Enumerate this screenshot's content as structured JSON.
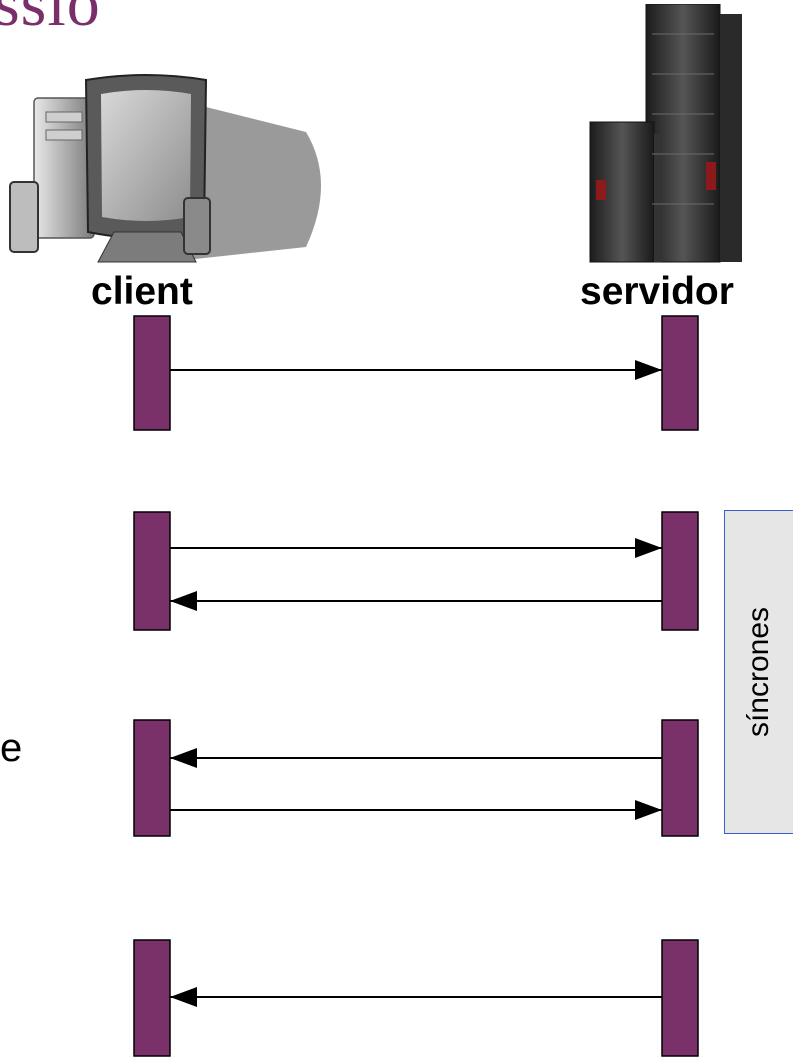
{
  "slide": {
    "title_fragment": "ssió",
    "side_fragment": "e"
  },
  "diagram": {
    "client_label": "client",
    "server_label": "servidor",
    "sync_label": "síncrones",
    "colors": {
      "activation": "#7a3068",
      "title": "#7a2f6a",
      "sync_border": "#3b5fd0",
      "sync_fill": "#e6e6e6"
    },
    "icons": {
      "client": "desktop-computer-icon",
      "server": "server-tower-icon"
    },
    "interactions": [
      {
        "messages": [
          "client-to-server"
        ]
      },
      {
        "messages": [
          "client-to-server",
          "server-to-client"
        ]
      },
      {
        "messages": [
          "server-to-client",
          "client-to-server"
        ]
      },
      {
        "messages": [
          "server-to-client"
        ]
      }
    ]
  }
}
